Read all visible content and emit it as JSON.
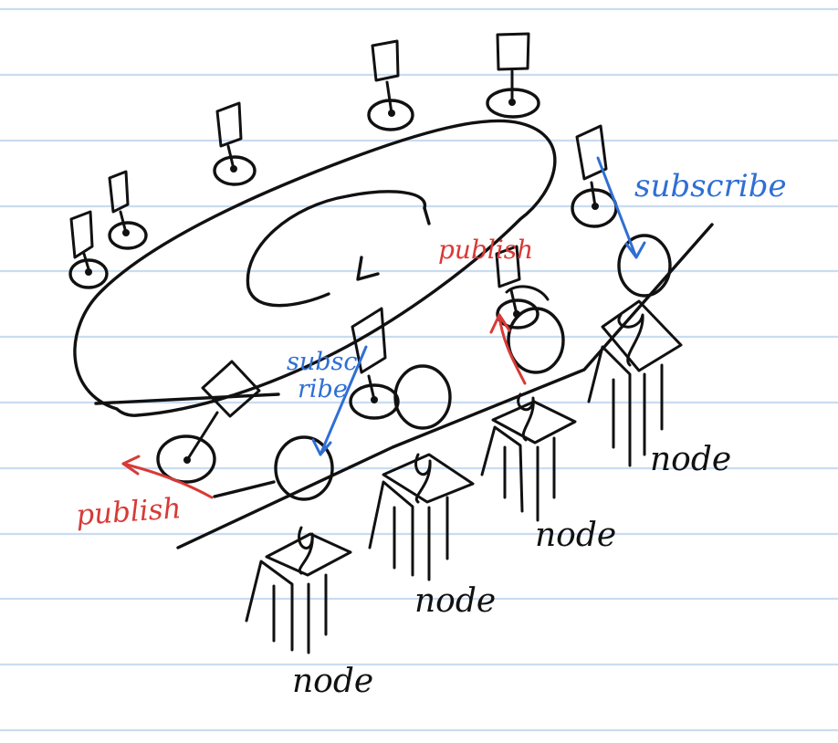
{
  "colors": {
    "ink": "#111111",
    "subscribe_blue": "#2f6fd4",
    "publish_red": "#d83a36",
    "paper_rule": "#c9dcf1",
    "paper": "#ffffff"
  },
  "labels": {
    "subscribe_top_right": "subscribe",
    "subscribe_center": "subsc\nribe",
    "publish_center": "publish",
    "publish_left": "publish",
    "node_far_right": "node",
    "node_right": "node",
    "node_middle": "node",
    "node_front": "node"
  },
  "icons": {
    "ring": "topic-ring-icon",
    "message_flag": "message-flag-icon",
    "node_person": "person-icon",
    "arrow": "arrow-icon"
  }
}
